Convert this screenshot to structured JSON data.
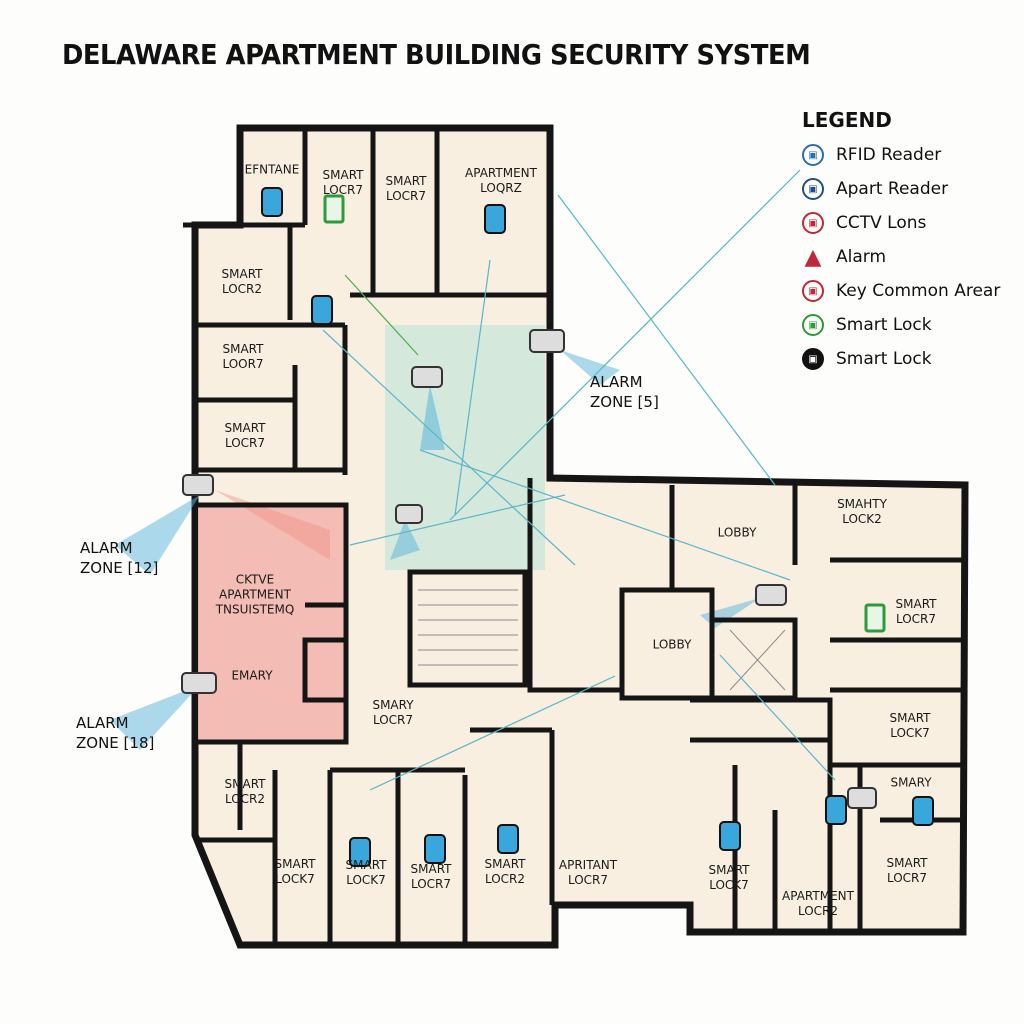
{
  "title": "DELAWARE APARTMENT BUILDING SECURITY SYSTEM",
  "legend": {
    "heading": "LEGEND",
    "items": [
      {
        "label": "RFID Reader",
        "icon": "rfid-reader-icon",
        "color": "#2a6fb0"
      },
      {
        "label": "Apart Reader",
        "icon": "apart-reader-icon",
        "color": "#1f4f8a"
      },
      {
        "label": "CCTV Lons",
        "icon": "cctv-lock-icon",
        "color": "#c0283a"
      },
      {
        "label": "Alarm",
        "icon": "alarm-triangle-icon",
        "color": "#c0283a"
      },
      {
        "label": "Key Common Arear",
        "icon": "key-common-area-icon",
        "color": "#c0283a"
      },
      {
        "label": "Smart Lock",
        "icon": "smart-lock-green-icon",
        "color": "#2e9a3a"
      },
      {
        "label": "Smart Lock",
        "icon": "smart-lock-black-icon",
        "color": "#111111"
      }
    ]
  },
  "zones": [
    {
      "line1": "ALARM",
      "line2": "ZONE [5]"
    },
    {
      "line1": "ALARM",
      "line2": "ZONE [12]"
    },
    {
      "line1": "ALARM",
      "line2": "ZONE [18]"
    }
  ],
  "rooms": [
    {
      "l1": "EFNTANE",
      "l2": ""
    },
    {
      "l1": "SMART",
      "l2": "LOCR7"
    },
    {
      "l1": "SMART",
      "l2": "LOCR7"
    },
    {
      "l1": "APARTMENT",
      "l2": "LOQRZ"
    },
    {
      "l1": "SMART",
      "l2": "LOCR2"
    },
    {
      "l1": "SMART",
      "l2": "LOOR7"
    },
    {
      "l1": "SMART",
      "l2": "LOCR7"
    },
    {
      "l1": "CKTVE",
      "l2": "APARTMENT",
      "l3": "TNSUISTEMQ"
    },
    {
      "l1": "EMARY",
      "l2": ""
    },
    {
      "l1": "SMARY",
      "l2": "LOCR7"
    },
    {
      "l1": "LOBBY",
      "l2": ""
    },
    {
      "l1": "LOBBY",
      "l2": ""
    },
    {
      "l1": "SMAHTY",
      "l2": "LOCK2"
    },
    {
      "l1": "SMART",
      "l2": "LOCR7"
    },
    {
      "l1": "SMART",
      "l2": "LOCK7"
    },
    {
      "l1": "SMARY",
      "l2": ""
    },
    {
      "l1": "SMART",
      "l2": "LOCR2"
    },
    {
      "l1": "SMART",
      "l2": "LOCK7"
    },
    {
      "l1": "SMART",
      "l2": "LOCK7"
    },
    {
      "l1": "SMART",
      "l2": "LOCR7"
    },
    {
      "l1": "SMART",
      "l2": "LOCR2"
    },
    {
      "l1": "APRITANT",
      "l2": "LOCR7"
    },
    {
      "l1": "SMART",
      "l2": "LOCK7"
    },
    {
      "l1": "APARTMENT",
      "l2": "LOCR2"
    },
    {
      "l1": "SMART",
      "l2": "LOCR7"
    }
  ],
  "colors": {
    "wall": "#151515",
    "floor": "#f8efe0",
    "secure_zone": "#cfe6da",
    "alarm_zone": "#f2b3ac",
    "device": "#3aa7dc",
    "link": "#5bb5c9"
  }
}
